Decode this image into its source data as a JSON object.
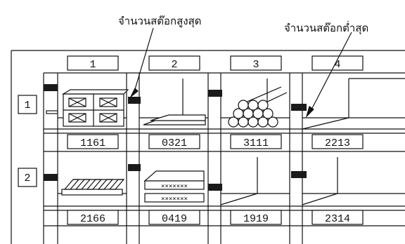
{
  "annotations": {
    "max_stock": "จำนวนสต๊อกสูงสุด",
    "min_stock": "จำนวนสต๊อกต่ำสุด"
  },
  "columns": [
    "1",
    "2",
    "3",
    "4"
  ],
  "rows": [
    "1",
    "2"
  ],
  "codes": {
    "row1": [
      "1161",
      "0321",
      "3111",
      "2213"
    ],
    "row2": [
      "2166",
      "0419",
      "1919",
      "2314"
    ]
  },
  "colors": {
    "ink": "#111111",
    "marker": "#1a1a1a",
    "paper": "#ffffff"
  }
}
